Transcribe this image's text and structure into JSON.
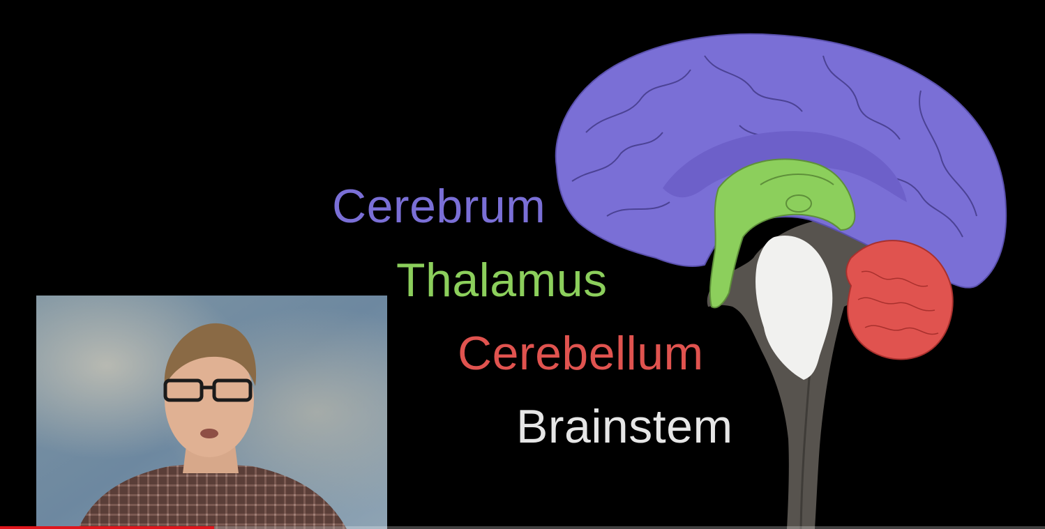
{
  "labels": {
    "cerebrum": "Cerebrum",
    "thalamus": "Thalamus",
    "cerebellum": "Cerebellum",
    "brainstem": "Brainstem"
  },
  "colors": {
    "cerebrum": "#7a6fd6",
    "thalamus": "#8ccf5c",
    "cerebellum": "#e0534f",
    "brainstem": "#e6e6e6",
    "progress": "#e0151c"
  },
  "video": {
    "progress_fraction": 0.205
  }
}
